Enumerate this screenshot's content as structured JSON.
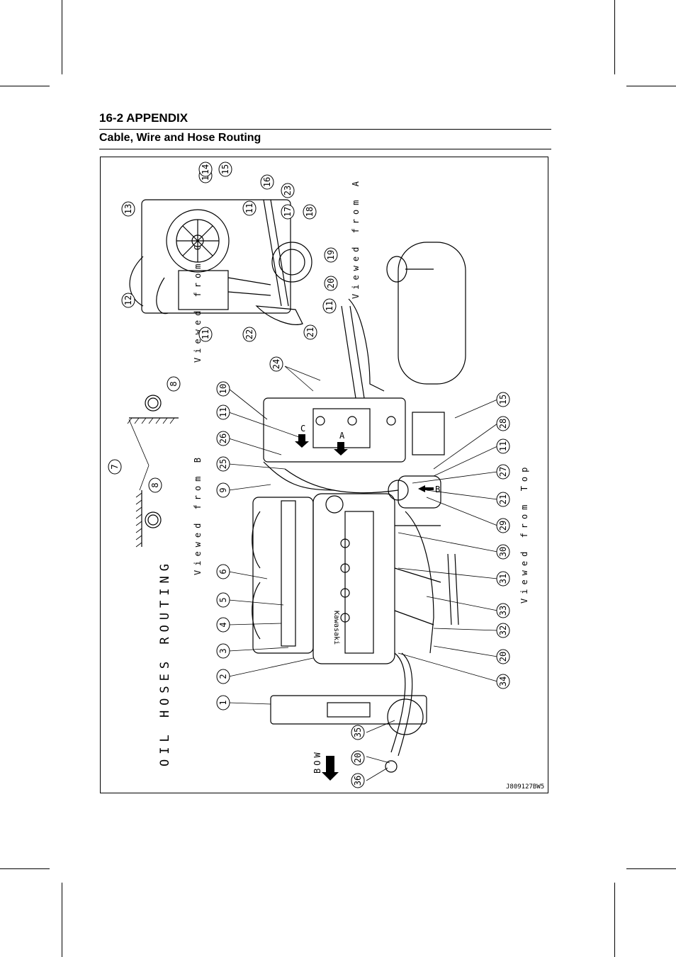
{
  "header": {
    "title": "16-2 APPENDIX",
    "section": "Cable, Wire and Hose Routing"
  },
  "figure": {
    "title": "OIL HOSES ROUTING",
    "views": {
      "from_top": "Viewed from Top",
      "from_a": "Viewed from A",
      "from_b": "Viewed from B",
      "from_c": "Viewed from C"
    },
    "arrow_a": "A",
    "arrow_b": "B",
    "arrow_c": "C",
    "bow": "BOW",
    "brand": "Kawasaki",
    "code": "J809127BW5 C",
    "callouts": [
      "1",
      "2",
      "3",
      "4",
      "5",
      "6",
      "7",
      "8",
      "8",
      "9",
      "10",
      "11",
      "11",
      "11",
      "11",
      "11",
      "11",
      "12",
      "13",
      "14",
      "15",
      "15",
      "16",
      "17",
      "18",
      "19",
      "20",
      "20",
      "20",
      "21",
      "21",
      "22",
      "23",
      "24",
      "25",
      "26",
      "27",
      "28",
      "29",
      "30",
      "31",
      "32",
      "33",
      "34",
      "35",
      "36"
    ]
  }
}
